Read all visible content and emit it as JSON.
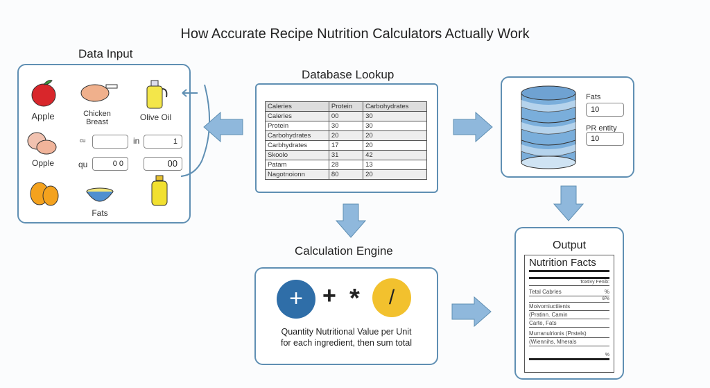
{
  "title": "How Accurate Recipe Nutrition Calculators Actually Work",
  "data_input": {
    "heading": "Data Input",
    "items": [
      "Apple",
      "Chicken Breast",
      "Olive Oil",
      "Opple",
      "Fats"
    ],
    "field_labels": [
      "cu",
      "in",
      "qu"
    ],
    "field_values": [
      "",
      "1",
      "0 0",
      "00"
    ]
  },
  "database_lookup": {
    "heading": "Database Lookup",
    "headers": [
      "Caleries",
      "Protein",
      "Carbohydrates"
    ],
    "rows": [
      [
        "Caleries",
        "00",
        "30"
      ],
      [
        "Protein",
        "30",
        "30"
      ],
      [
        "Carbohydrates",
        "20",
        "20"
      ],
      [
        "Carbhydrates",
        "17",
        "20"
      ],
      [
        "Skoolo",
        "31",
        "42"
      ],
      [
        "Patam",
        "28",
        "13"
      ],
      [
        "Nagotnoionn",
        "80",
        "20"
      ]
    ]
  },
  "database": {
    "fats_label": "Fats",
    "fats_value": "10",
    "pr_label": "PR entity",
    "pr_value": "10"
  },
  "calc": {
    "heading": "Calculation Engine",
    "ops": [
      "+",
      "+",
      "*",
      "/"
    ],
    "desc1": "Quantity Nutritional Value per Unit",
    "desc2": "for each ingredient, then sum total"
  },
  "output": {
    "heading": "Output",
    "nf_title": "Nutrition Facts",
    "lines": [
      "Toxtivy Fenib:",
      "Tetal Cabrles",
      "%",
      "6Pe",
      "Moivomiuctiients",
      "(Pratinn. Camin",
      "Carte, Fats",
      "Murranulrionis (Prstels)",
      "(Wiennihs, Mherals",
      "%"
    ]
  },
  "colors": {
    "accent": "#5f8fb3",
    "arrow": "#8fb8dc",
    "blue": "#2f6ea8",
    "yellow": "#f2c12e"
  }
}
